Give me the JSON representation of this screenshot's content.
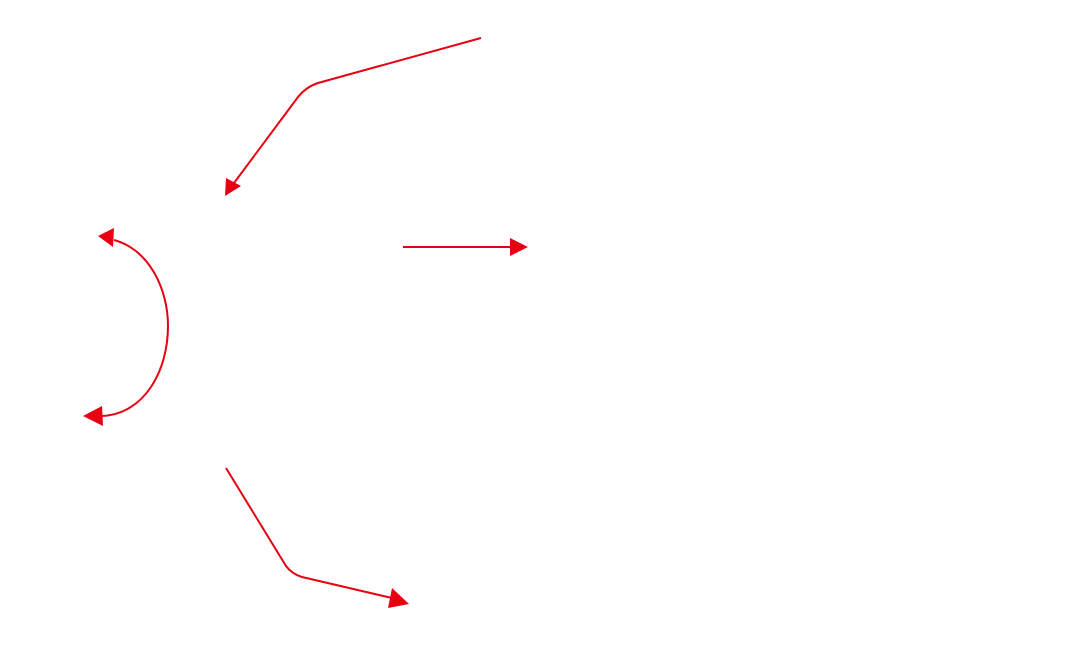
{
  "diagram": {
    "background_color": "#ffffff",
    "arrow_color": "#e60012",
    "connectors": [
      {
        "id": "top-curved-arrow",
        "direction": "down-left",
        "style": "bent",
        "heads": 1
      },
      {
        "id": "middle-straight-arrow",
        "direction": "right",
        "style": "straight",
        "heads": 1
      },
      {
        "id": "left-double-arc-arrow",
        "direction": "up-and-down",
        "style": "arc",
        "heads": 2
      },
      {
        "id": "bottom-curved-arrow",
        "direction": "down-right",
        "style": "bent",
        "heads": 1
      }
    ]
  }
}
